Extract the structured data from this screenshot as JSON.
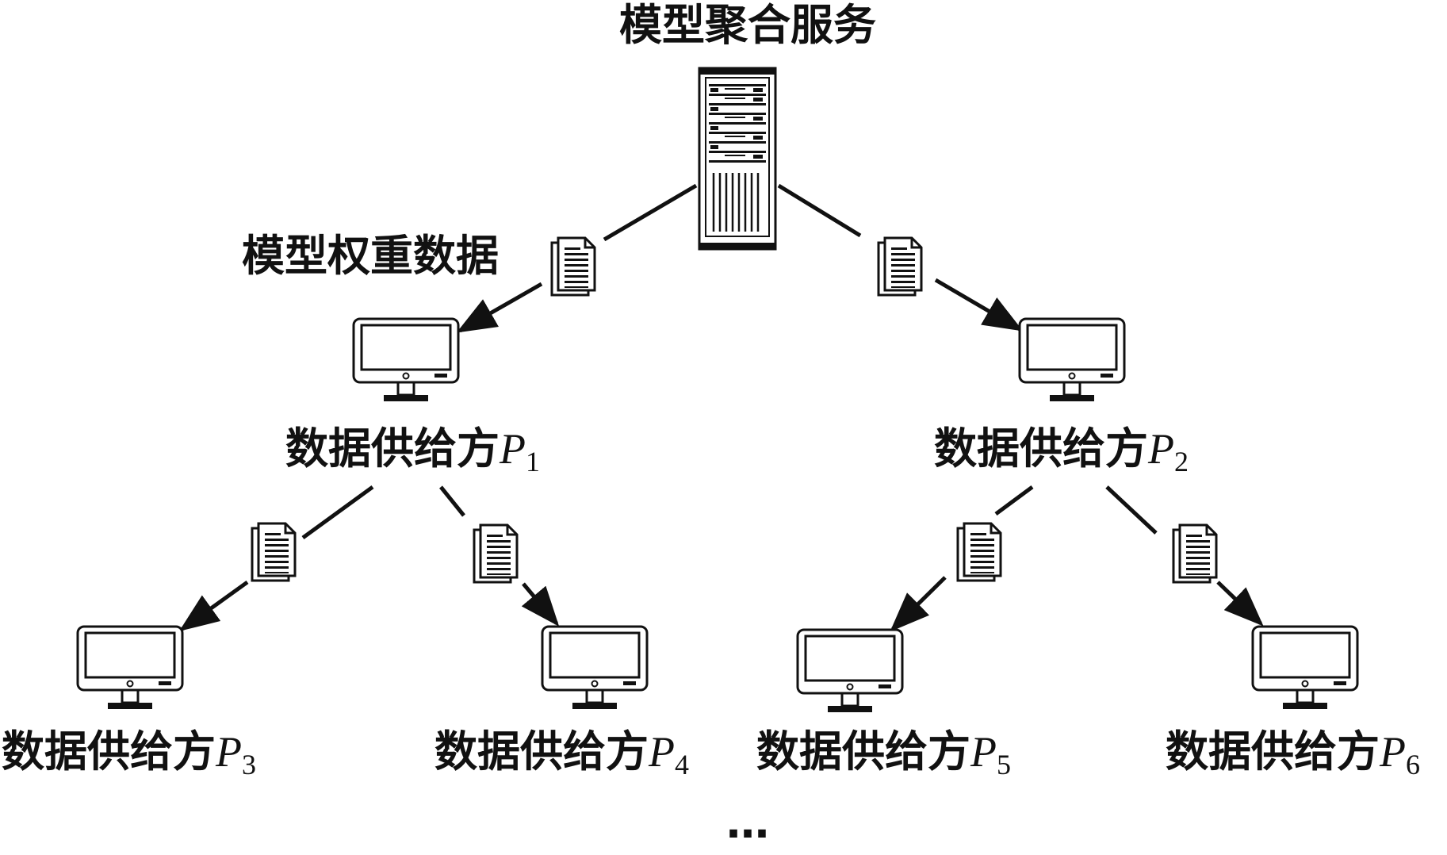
{
  "title": "模型聚合服务",
  "edge_label": "模型权重数据",
  "ellipsis": "…",
  "nodes": [
    {
      "id": "p1",
      "name": "数据供给方",
      "var": "P",
      "sub": "1"
    },
    {
      "id": "p2",
      "name": "数据供给方",
      "var": "P",
      "sub": "2"
    },
    {
      "id": "p3",
      "name": "数据供给方",
      "var": "P",
      "sub": "3"
    },
    {
      "id": "p4",
      "name": "数据供给方",
      "var": "P",
      "sub": "4"
    },
    {
      "id": "p5",
      "name": "数据供给方",
      "var": "P",
      "sub": "5"
    },
    {
      "id": "p6",
      "name": "数据供给方",
      "var": "P",
      "sub": "6"
    }
  ],
  "edges": [
    {
      "from": "server",
      "to": "p1"
    },
    {
      "from": "server",
      "to": "p2"
    },
    {
      "from": "p1",
      "to": "p3"
    },
    {
      "from": "p1",
      "to": "p4"
    },
    {
      "from": "p2",
      "to": "p5"
    },
    {
      "from": "p2",
      "to": "p6"
    }
  ],
  "colors": {
    "stroke": "#111111",
    "background": "#ffffff"
  }
}
